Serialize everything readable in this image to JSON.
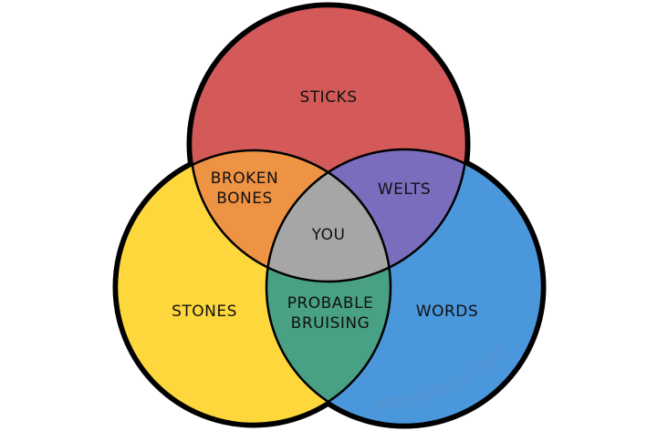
{
  "colors": {
    "sticks": "#d45a5a",
    "stones": "#fdd73c",
    "words": "#4b97db",
    "broken_bones": "#ee9244",
    "welts": "#7b6dbd",
    "probable_bruising": "#48a085",
    "you": "#a6a6a6",
    "outline": "#000000"
  },
  "sets": {
    "sticks": "STICKS",
    "stones": "STONES",
    "words": "WORDS"
  },
  "intersections": {
    "broken_bones": [
      "BROKEN",
      "BONES"
    ],
    "welts": "WELTS",
    "probable_bruising": [
      "PROBABLE",
      "BRUISING"
    ],
    "you": "YOU"
  },
  "watermark": "innoculous.com"
}
